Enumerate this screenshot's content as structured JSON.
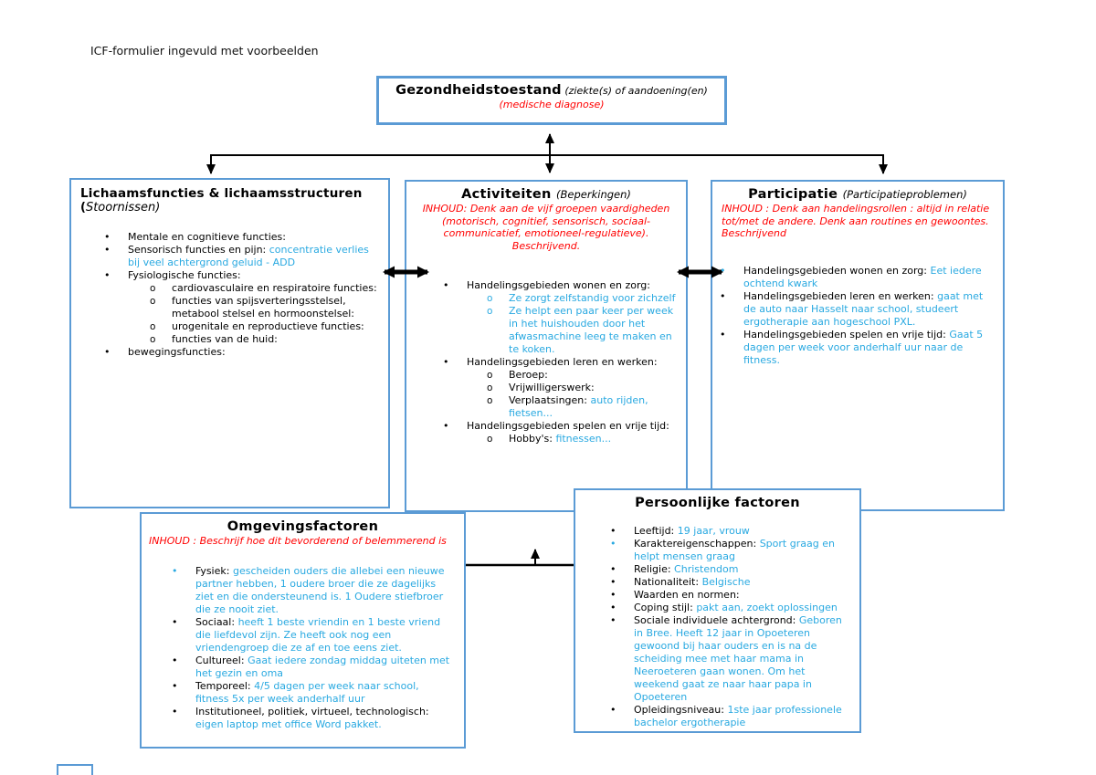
{
  "page": {
    "header": "ICF-formulier ingevuld met voorbeelden"
  },
  "colors": {
    "box_border": "#5B9BD5",
    "example_text": "#29A9E1",
    "inhoud_text": "#FF0000",
    "connector": "#000000"
  },
  "bullet_glyphs": {
    "l1": "•",
    "l2": "o"
  },
  "health_box": {
    "title": "Gezondheidstoestand",
    "subtitle": "(ziekte(s) of aandoening(en)",
    "note": "(medische diagnose)"
  },
  "body_box": {
    "title": "Lichaamsfuncties & lichaamsstructuren",
    "subtitle_open": "(",
    "subtitle_italic": "Stoornissen)",
    "items": [
      {
        "level": 1,
        "label": "Mentale en cognitieve functies:",
        "example": ""
      },
      {
        "level": 1,
        "label": "Sensorisch functies en pijn:",
        "example": "concentratie verlies bij veel achtergrond geluid - ADD"
      },
      {
        "level": 1,
        "label": "Fysiologische functies:",
        "example": ""
      },
      {
        "level": 2,
        "label": "cardiovasculaire en respiratoire functies:",
        "example": ""
      },
      {
        "level": 2,
        "label": "functies van spijsverteringsstelsel, metabool stelsel en hormoonstelsel:",
        "example": ""
      },
      {
        "level": 2,
        "label": "urogenitale en reproductieve functies:",
        "example": ""
      },
      {
        "level": 2,
        "label": "functies van de huid:",
        "example": ""
      },
      {
        "level": 1,
        "label": "bewegingsfuncties:",
        "example": ""
      }
    ]
  },
  "activities_box": {
    "title": "Activiteiten",
    "subtitle": "(Beperkingen)",
    "inhoud": "INHOUD: Denk aan de vijf groepen vaardigheden (motorisch, cognitief, sensorisch, sociaal-communicatief, emotioneel-regulatieve). Beschrijvend.",
    "items": [
      {
        "level": 1,
        "label": "Handelingsgebieden wonen en zorg:",
        "example": ""
      },
      {
        "level": 2,
        "label": "",
        "example": "Ze zorgt zelfstandig voor zichzelf",
        "marker": "blue"
      },
      {
        "level": 2,
        "label": "",
        "example": "Ze helpt een paar keer per week in het huishouden door het afwasmachine leeg te maken en te koken.",
        "marker": "blue"
      },
      {
        "level": 1,
        "label": "Handelingsgebieden leren en werken:",
        "example": ""
      },
      {
        "level": 2,
        "label": "Beroep:",
        "example": ""
      },
      {
        "level": 2,
        "label": "Vrijwilligerswerk:",
        "example": ""
      },
      {
        "level": 2,
        "label": "Verplaatsingen:",
        "example": "auto rijden, fietsen..."
      },
      {
        "level": 1,
        "label": "Handelingsgebieden spelen en vrije tijd:",
        "example": ""
      },
      {
        "level": 2,
        "label": "Hobby's:",
        "example": "fitnessen..."
      }
    ]
  },
  "participation_box": {
    "title": "Participatie",
    "subtitle": "(Participatieproblemen)",
    "inhoud": "INHOUD : Denk aan handelingsrollen : altijd in relatie tot/met de andere. Denk aan routines en gewoontes. Beschrijvend",
    "items": [
      {
        "level": 1,
        "label": "Handelingsgebieden wonen en zorg:",
        "example": "Eet iedere ochtend kwark",
        "marker": "blue"
      },
      {
        "level": 1,
        "label": "Handelingsgebieden leren en werken:",
        "example": "gaat met de auto naar Hasselt naar school, studeert ergotherapie aan hogeschool PXL."
      },
      {
        "level": 1,
        "label": "Handelingsgebieden spelen en vrije tijd:",
        "example": "Gaat 5 dagen per week voor anderhalf uur naar de fitness."
      }
    ]
  },
  "environment_box": {
    "title": "Omgevingsfactoren",
    "inhoud": "INHOUD : Beschrijf hoe dit  bevorderend of belemmerend is",
    "items": [
      {
        "level": 1,
        "label": "Fysiek:",
        "example": "gescheiden ouders die allebei een nieuwe partner hebben, 1 oudere broer die ze dagelijks ziet en die ondersteunend is. 1 Oudere stiefbroer die ze nooit ziet.",
        "marker": "blue"
      },
      {
        "level": 1,
        "label": "Sociaal:",
        "example": "heeft 1 beste vriendin en 1 beste vriend die liefdevol zijn. Ze heeft ook nog een vriendengroep die ze af en toe eens ziet."
      },
      {
        "level": 1,
        "label": "Cultureel:",
        "example": "Gaat iedere zondag middag uiteten met het gezin en oma"
      },
      {
        "level": 1,
        "label": "Temporeel:",
        "example": "4/5 dagen per week naar school, fitness 5x per week anderhalf uur"
      },
      {
        "level": 1,
        "label": "Institutioneel, politiek, virtueel, technologisch:",
        "example": "eigen laptop met office Word pakket."
      }
    ]
  },
  "personal_box": {
    "title": "Persoonlijke factoren",
    "items": [
      {
        "level": 1,
        "label": "Leeftijd:",
        "example": "19 jaar, vrouw"
      },
      {
        "level": 1,
        "label": "Karaktereigenschappen:",
        "example": "Sport graag en helpt mensen graag",
        "marker": "blue"
      },
      {
        "level": 1,
        "label": "Religie:",
        "example": "Christendom"
      },
      {
        "level": 1,
        "label": "Nationaliteit:",
        "example": "Belgische"
      },
      {
        "level": 1,
        "label": "Waarden en normen:",
        "example": ""
      },
      {
        "level": 1,
        "label": "Coping stijl:",
        "example": "pakt aan, zoekt oplossingen"
      },
      {
        "level": 1,
        "label": "Sociale individuele achtergrond:",
        "example": "Geboren in Bree. Heeft 12 jaar in Opoeteren gewoond bij haar ouders en is na de scheiding mee met haar mama in Neeroeteren gaan wonen. Om het weekend gaat ze naar haar papa in Opoeteren"
      },
      {
        "level": 1,
        "label": "Opleidingsniveau:",
        "example": "1ste jaar professionele bachelor ergotherapie"
      }
    ]
  }
}
